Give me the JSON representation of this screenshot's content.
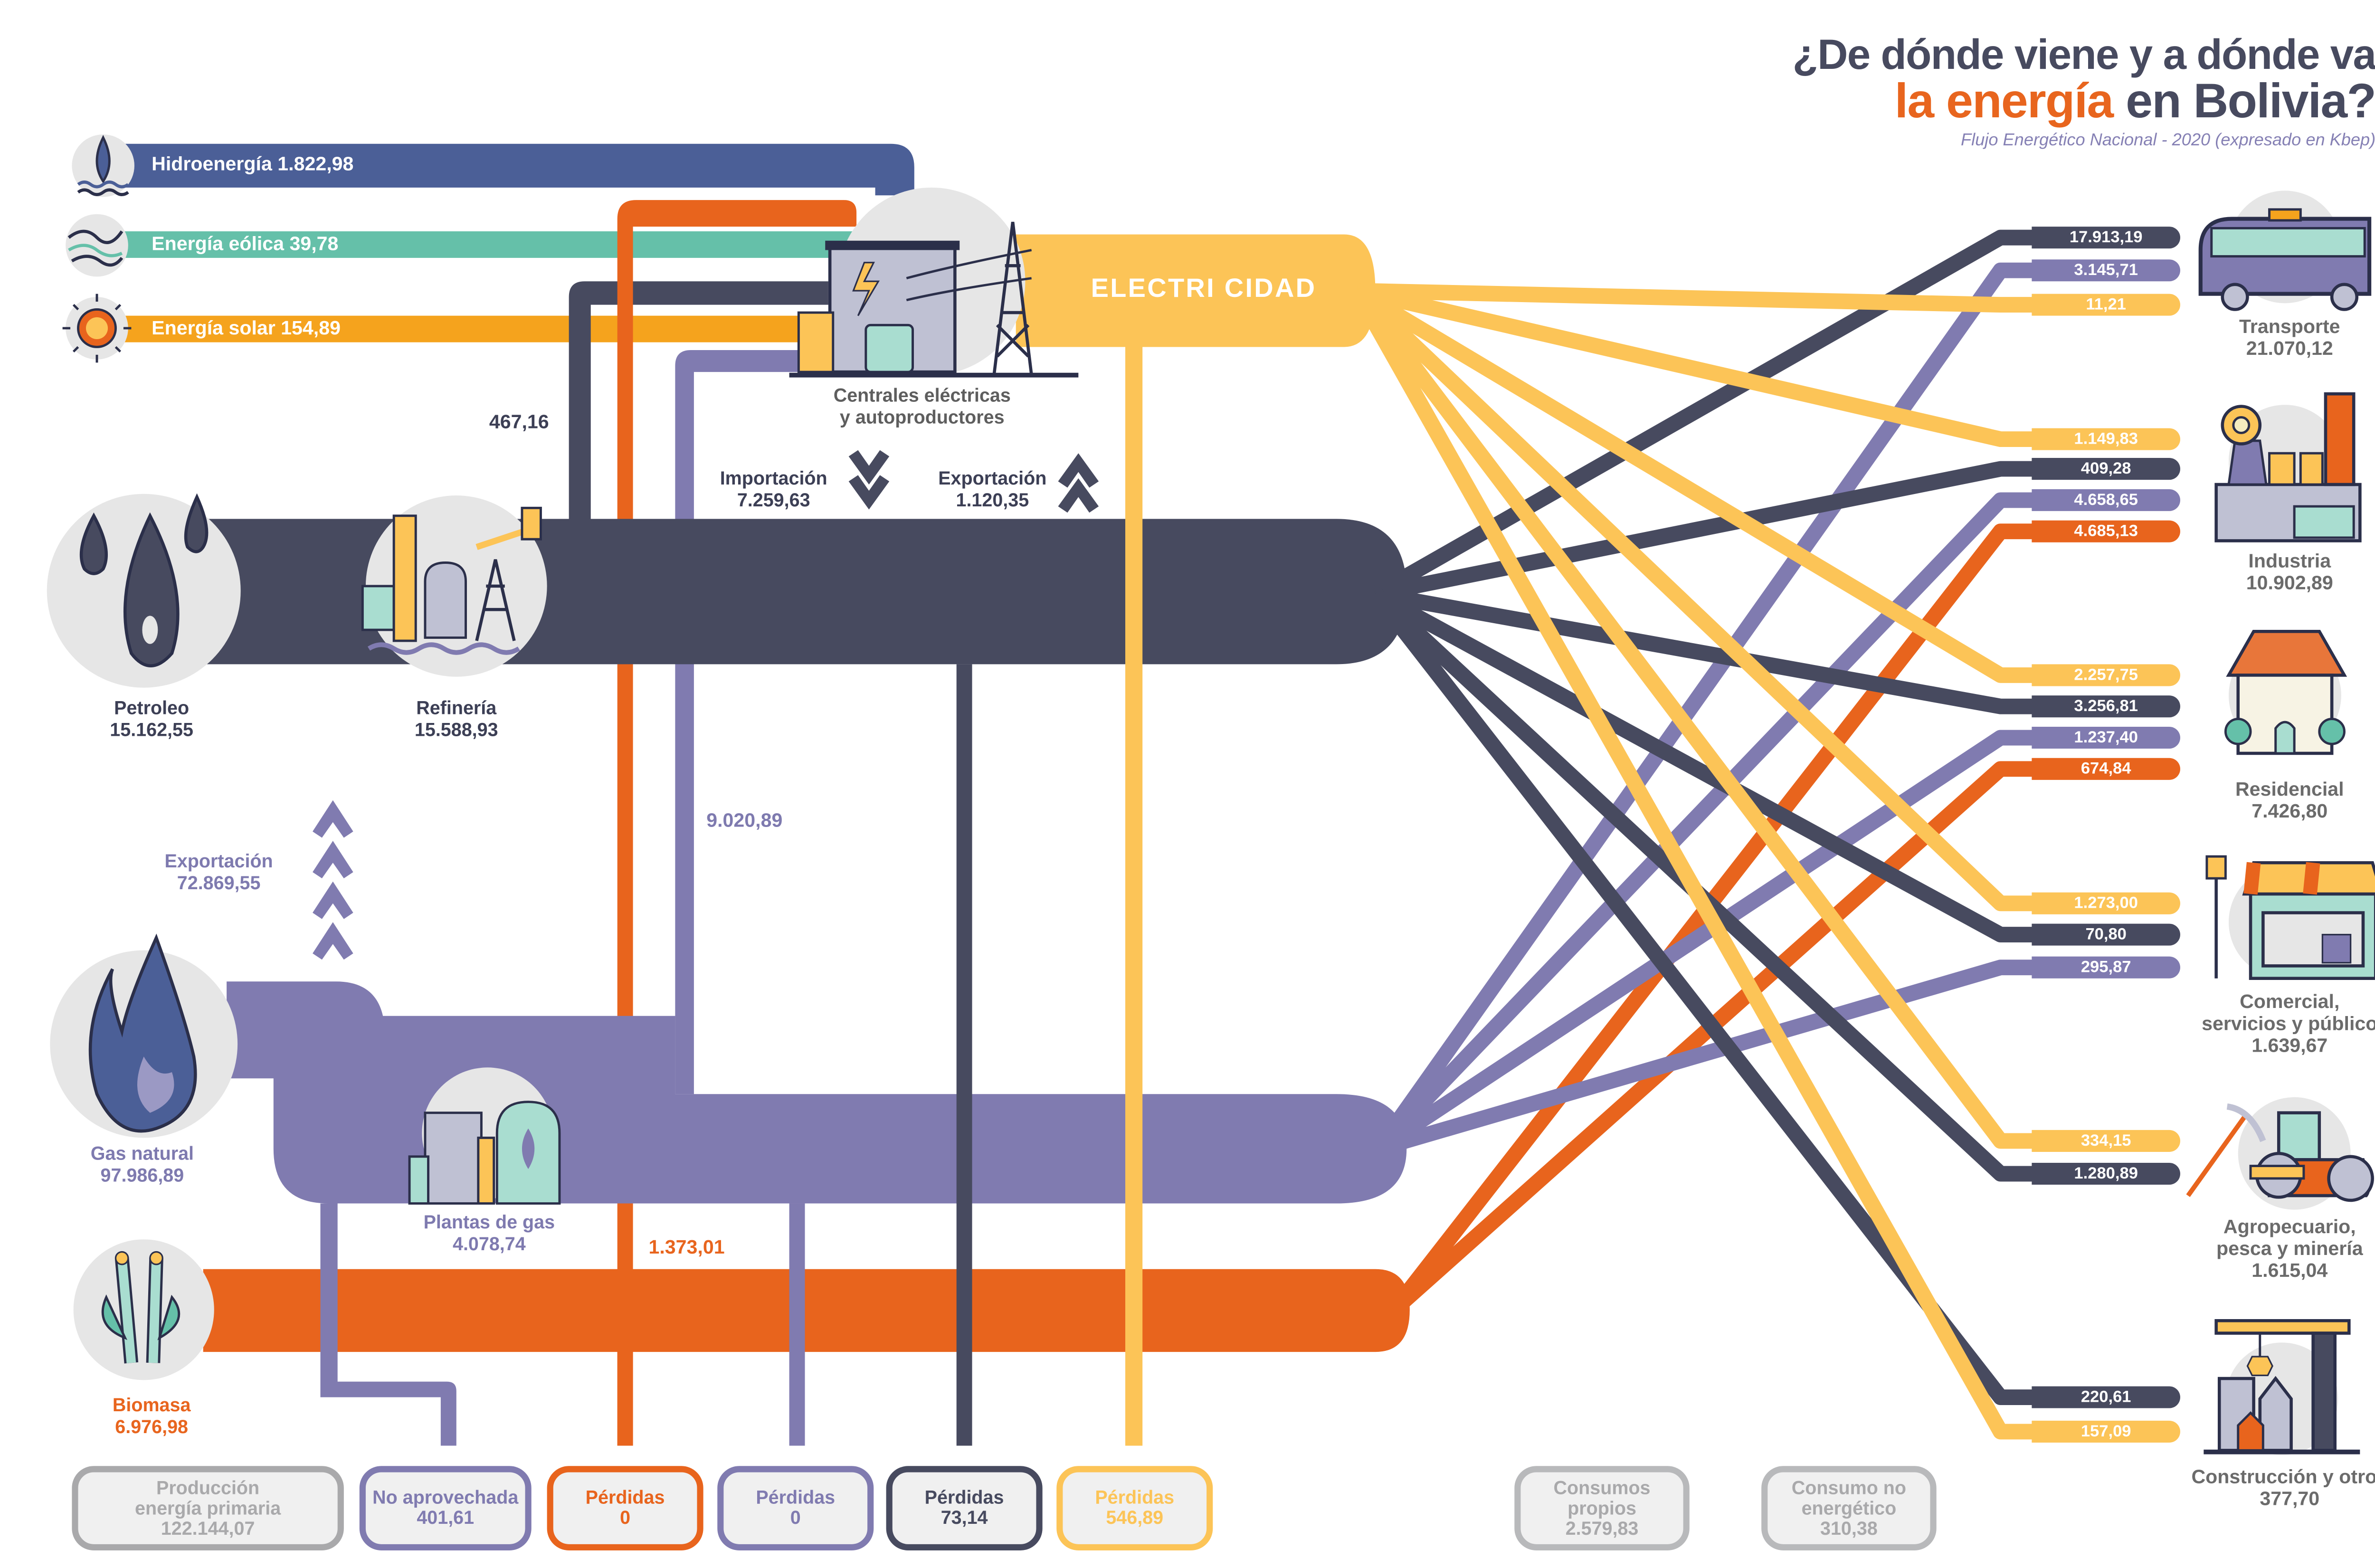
{
  "title": {
    "line1": "¿De dónde viene y a dónde va",
    "line2_highlight": "la energía",
    "line2_rest": " en Bolivia?",
    "subtitle": "Flujo Energético Nacional - 2020 (expresado en Kbep)"
  },
  "colors": {
    "petroleum": "#474a5f",
    "gas": "#807bb0",
    "biomass": "#e8641d",
    "electricity": "#fcc457",
    "hydro": "#4b5f97",
    "wind": "#65c0a9",
    "solar": "#f5a31d",
    "neutral": "#a9a9ab",
    "title_dark": "#474a5f",
    "title_accent": "#e8651e",
    "subtitle": "#8580b4"
  },
  "sources": {
    "hydro": {
      "label": "Hidroenergía 1.822,98",
      "icon": "water-drop-icon"
    },
    "wind": {
      "label": "Energía eólica 39,78",
      "icon": "wind-icon"
    },
    "solar": {
      "label": "Energía solar 154,89",
      "icon": "sun-icon"
    },
    "petroleo": {
      "name": "Petroleo",
      "value": "15.162,55",
      "icon": "oil-drops-icon"
    },
    "gas": {
      "name": "Gas natural",
      "value": "97.986,89",
      "icon": "flame-icon"
    },
    "biomasa": {
      "name": "Biomasa",
      "value": "6.976,98",
      "icon": "sugarcane-icon"
    }
  },
  "transformation": {
    "refineria": {
      "name": "Refinería",
      "value": "15.588,93",
      "icon": "refinery-icon"
    },
    "centrales": {
      "name_line1": "Centrales eléctricas",
      "name_line2": "y autoproductores",
      "icon": "power-plant-icon"
    },
    "plantas_gas": {
      "name": "Plantas de gas",
      "value": "4.078,74",
      "icon": "gas-plant-icon"
    },
    "electricidad": {
      "label": "ELECTRI CIDAD"
    }
  },
  "flows": {
    "petroleo_to_centrales": "467,16",
    "gas_to_centrales": "9.020,89",
    "biomasa_to_centrales": "1.373,01",
    "importacion": {
      "label": "Importación",
      "value": "7.259,63"
    },
    "exportacion_petroleo": {
      "label": "Exportación",
      "value": "1.120,35"
    },
    "exportacion_gas": {
      "label": "Exportación",
      "value": "72.869,55"
    }
  },
  "sectors": [
    {
      "name": "Transporte",
      "value": "21.070,12",
      "icon": "bus-icon",
      "inputs": [
        {
          "carrier": "petroleum",
          "value": "17.913,19"
        },
        {
          "carrier": "gas",
          "value": "3.145,71"
        },
        {
          "carrier": "electricity",
          "value": "11,21"
        }
      ]
    },
    {
      "name": "Industria",
      "value": "10.902,89",
      "icon": "factory-icon",
      "inputs": [
        {
          "carrier": "electricity",
          "value": "1.149,83"
        },
        {
          "carrier": "petroleum",
          "value": "409,28"
        },
        {
          "carrier": "gas",
          "value": "4.658,65"
        },
        {
          "carrier": "biomass",
          "value": "4.685,13"
        }
      ]
    },
    {
      "name": "Residencial",
      "value": "7.426,80",
      "icon": "house-icon",
      "inputs": [
        {
          "carrier": "electricity",
          "value": "2.257,75"
        },
        {
          "carrier": "petroleum",
          "value": "3.256,81"
        },
        {
          "carrier": "gas",
          "value": "1.237,40"
        },
        {
          "carrier": "biomass",
          "value": "674,84"
        }
      ]
    },
    {
      "name_line1": "Comercial,",
      "name_line2": "servicios y público",
      "value": "1.639,67",
      "icon": "shop-icon",
      "inputs": [
        {
          "carrier": "electricity",
          "value": "1.273,00"
        },
        {
          "carrier": "petroleum",
          "value": "70,80"
        },
        {
          "carrier": "gas",
          "value": "295,87"
        }
      ]
    },
    {
      "name_line1": "Agropecuario,",
      "name_line2": "pesca y minería",
      "value": "1.615,04",
      "icon": "tractor-icon",
      "inputs": [
        {
          "carrier": "electricity",
          "value": "334,15"
        },
        {
          "carrier": "petroleum",
          "value": "1.280,89"
        }
      ]
    },
    {
      "name": "Construcción y otros",
      "value": "377,70",
      "icon": "crane-icon",
      "inputs": [
        {
          "carrier": "petroleum",
          "value": "220,61"
        },
        {
          "carrier": "electricity",
          "value": "157,09"
        }
      ]
    }
  ],
  "bottom_boxes": [
    {
      "line1": "Producción",
      "line2": "energía primaria",
      "value": "122.144,07",
      "carrier": "neutral"
    },
    {
      "line1": "No aprovechada",
      "value": "401,61",
      "carrier": "gas"
    },
    {
      "line1": "Pérdidas",
      "value": "0",
      "carrier": "biomass"
    },
    {
      "line1": "Pérdidas",
      "value": "0",
      "carrier": "gas"
    },
    {
      "line1": "Pérdidas",
      "value": "73,14",
      "carrier": "petroleum"
    },
    {
      "line1": "Pérdidas",
      "value": "546,89",
      "carrier": "electricity"
    },
    {
      "line1": "Consumos",
      "line2": "propios",
      "value": "2.579,83",
      "carrier": "neutral"
    },
    {
      "line1": "Consumo no",
      "line2": "energético",
      "value": "310,38",
      "carrier": "neutral"
    }
  ]
}
